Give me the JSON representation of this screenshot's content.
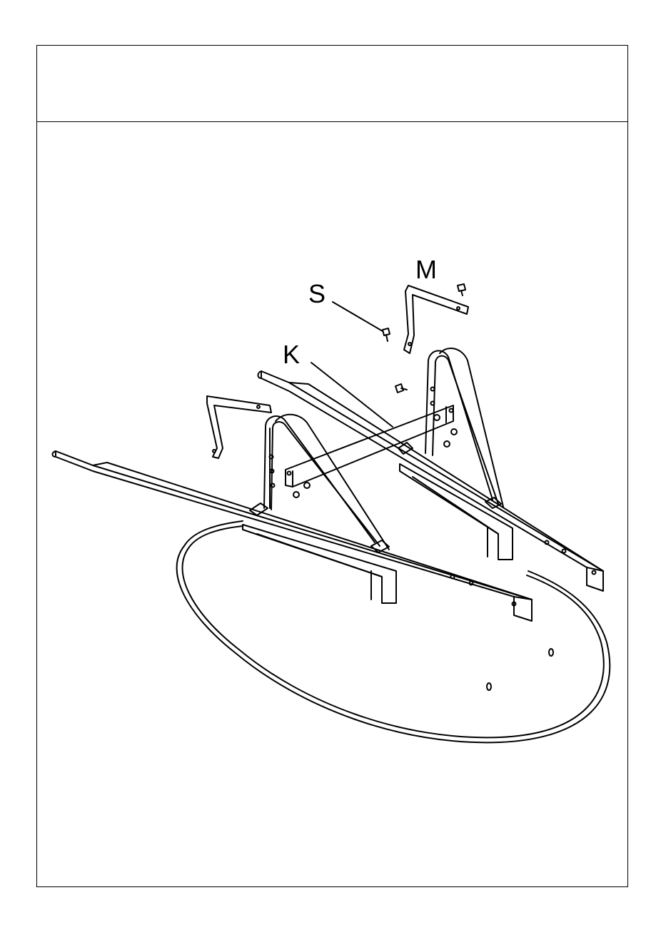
{
  "step_header": {
    "text": ""
  },
  "parts": {
    "M": "M",
    "S": "S",
    "K": "K"
  },
  "colors": {
    "line": "#000000",
    "paper": "#ffffff"
  }
}
